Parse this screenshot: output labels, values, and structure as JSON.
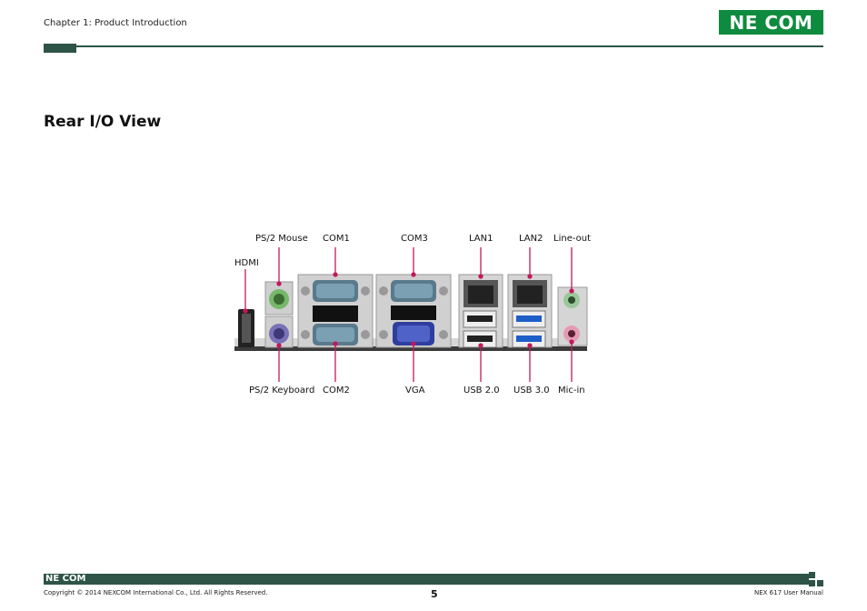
{
  "header": {
    "chapter": "Chapter 1: Product Introduction",
    "logo": "NE COM"
  },
  "title": "Rear I/O View",
  "labels": {
    "ps2_mouse": "PS/2 Mouse",
    "com1": "COM1",
    "com3": "COM3",
    "lan1": "LAN1",
    "lan2": "LAN2",
    "line_out": "Line-out",
    "hdmi": "HDMI",
    "ps2_keyboard": "PS/2 Keyboard",
    "com2": "COM2",
    "vga": "VGA",
    "usb20": "USB 2.0",
    "usb30": "USB 3.0",
    "mic_in": "Mic-in"
  },
  "footer": {
    "logo": "NE COM",
    "copyright": "Copyright © 2014 NEXCOM International Co., Ltd. All Rights Reserved.",
    "page": "5",
    "manual": "NEX 617 User Manual"
  },
  "colors": {
    "brand_green": "#0e8b3e",
    "rule": "#2d5446",
    "callout": "#c2185b"
  }
}
